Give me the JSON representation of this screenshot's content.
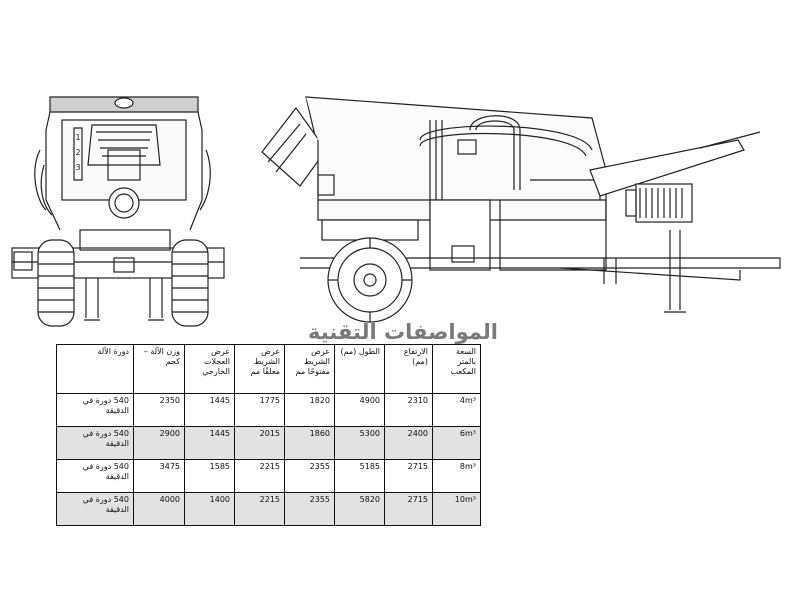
{
  "title": "المواصفات التقنية",
  "table": {
    "headers": [
      "السعة بالمتر المكعب",
      "الارتفاع (مم)",
      "الطول (مم)",
      "عرض الشريط مفتوحًا مم",
      "عرض الشريط مغلقًا مم",
      "عرض العجلات الخارجي",
      "وزن الآلة – كجم",
      "دورة الآلة"
    ],
    "rows": [
      {
        "capacity": "4m³",
        "height": "2310",
        "length": "4900",
        "belt_open": "1820",
        "belt_closed": "1775",
        "wheel_width": "1445",
        "weight": "2350",
        "speed": "540 دورة في الدقيقة"
      },
      {
        "capacity": "6m³",
        "height": "2400",
        "length": "5300",
        "belt_open": "1860",
        "belt_closed": "2015",
        "wheel_width": "1445",
        "weight": "2900",
        "speed": "540 دورة في الدقيقة"
      },
      {
        "capacity": "8m³",
        "height": "2715",
        "length": "5185",
        "belt_open": "2355",
        "belt_closed": "2215",
        "wheel_width": "1585",
        "weight": "3475",
        "speed": "540 دورة في الدقيقة"
      },
      {
        "capacity": "10m³",
        "height": "2715",
        "length": "5820",
        "belt_open": "2355",
        "belt_closed": "2215",
        "wheel_width": "1400",
        "weight": "4000",
        "speed": "540 دورة في الدقيقة"
      }
    ]
  }
}
